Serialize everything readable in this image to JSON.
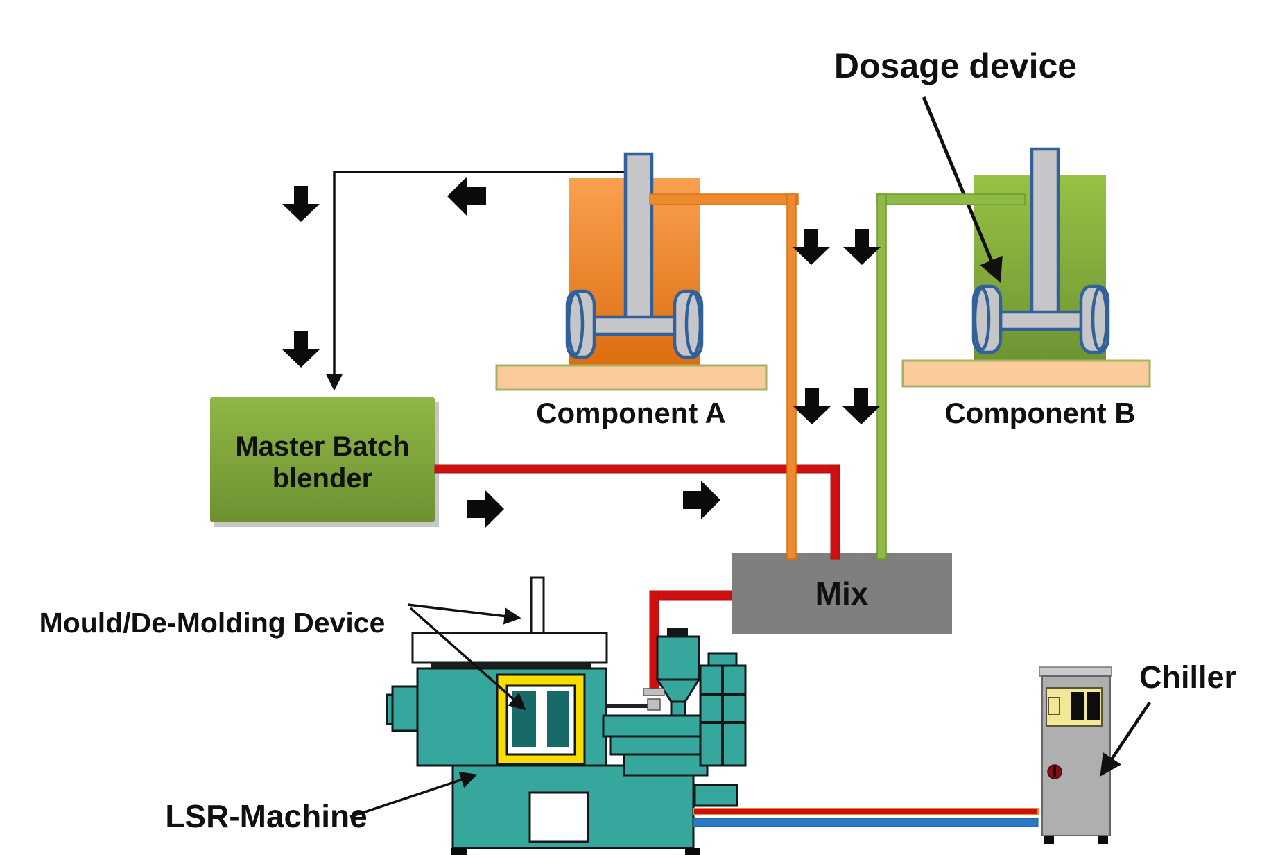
{
  "diagram": {
    "labels": {
      "dosage_device": "Dosage device",
      "component_a": "Component A",
      "component_b": "Component B",
      "master_batch_line1": "Master Batch",
      "master_batch_line2": "blender",
      "mix": "Mix",
      "mould_device": "Mould/De-Molding Device",
      "lsr_machine": "LSR-Machine",
      "chiller": "Chiller"
    },
    "colors": {
      "container_a_orange": "#EE8A2E",
      "container_b_green": "#8FBA46",
      "blender_green": "#7F9E3A",
      "mix_gray": "#7F7F7F",
      "machine_teal": "#35A79C",
      "mould_frame_yellow": "#F8DE00",
      "pipe_orange": "#EE8A2E",
      "pipe_green": "#8FBA46",
      "pipe_red": "#D01010",
      "pipe_blue": "#2B78C5",
      "platform_tan": "#FBCB9C",
      "chiller_gray": "#AFAFB2",
      "chiller_panel_yellow": "#F2E795",
      "flow_arrow_black": "#0B0B0B"
    }
  }
}
